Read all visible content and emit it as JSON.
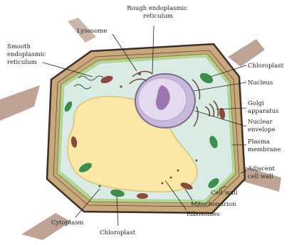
{
  "labels": {
    "rough_er": [
      "Rough endoplasmic",
      "reticulum"
    ],
    "lysosome": [
      "Lysosome"
    ],
    "smooth_er": [
      "Smooth",
      "endoplasmic",
      "reticulum"
    ],
    "chloroplast_top": [
      "Chloroplast"
    ],
    "nucleus": [
      "Nucleus"
    ],
    "golgi": [
      "Golgi",
      "apparatus"
    ],
    "nuclear_envelope": [
      "Nuclear",
      "envelope"
    ],
    "plasma_membrane": [
      "Plasma",
      "membrane"
    ],
    "adjacent_cell_wall": [
      "Adjacent",
      "cell wall"
    ],
    "cell_wall": [
      "Cell wall"
    ],
    "mitochondrion": [
      "Mitochondrion"
    ],
    "ribosomes": [
      "Ribosomes"
    ],
    "cytoplasm": [
      "Cytoplasm"
    ],
    "chloroplast_bottom": [
      "Chloroplast"
    ]
  },
  "colors": {
    "cell_wall": "#c9a97b",
    "cell_wall_outer": "#3d2f25",
    "adjacent_cell": "#8a5a3e",
    "cytoplasm": "#d9ece4",
    "plasma_membrane": "#b7d88a",
    "vacuole": "#fbe7a6",
    "vacuole_edge": "#d9c27a",
    "nucleus": "#d9cfe6",
    "nucleus_edge": "#7a6a8e",
    "nucleolus": "#a07ab0",
    "chloroplast": "#3c8c4a",
    "mitochondrion": "#8c4a3a",
    "organelle_dark": "#6e4a3a"
  }
}
